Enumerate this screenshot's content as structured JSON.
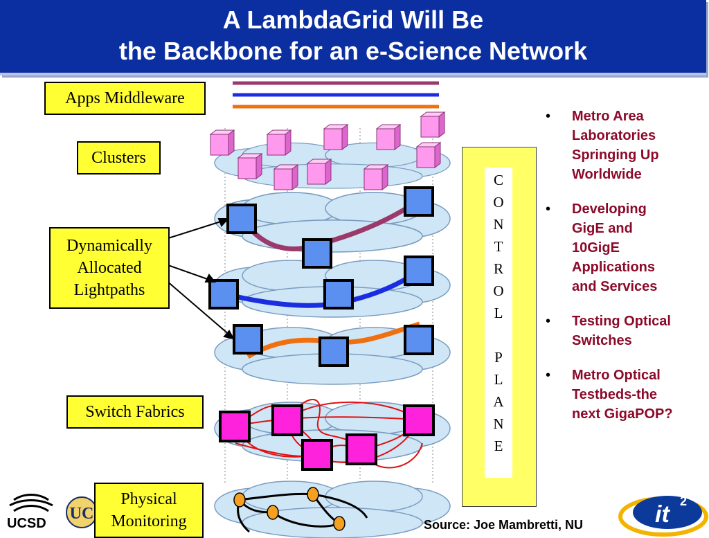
{
  "title": {
    "line1": "A LambdaGrid Will Be",
    "line2": "the Backbone for an e-Science Network"
  },
  "labels": {
    "apps": "Apps Middleware",
    "clusters": "Clusters",
    "lightpaths": [
      "Dynamically",
      "Allocated",
      "Lightpaths"
    ],
    "switch": "Switch Fabrics",
    "physical": [
      "Physical",
      "Monitoring"
    ]
  },
  "control_plane": [
    "C",
    "O",
    "N",
    "T",
    "R",
    "O",
    "L",
    "",
    "P",
    "L",
    "A",
    "N",
    "E"
  ],
  "bullets": [
    [
      "Metro Area",
      "Laboratories",
      "Springing Up",
      "Worldwide"
    ],
    [
      "Developing",
      "GigE and",
      "10GigE",
      "Applications",
      "and Services"
    ],
    [
      "Testing Optical",
      "Switches"
    ],
    [
      "Metro Optical",
      "Testbeds-the",
      "next GigaPOP?"
    ]
  ],
  "bullet_glyph": "•",
  "source": "Source: Joe Mambretti, NU",
  "logos": {
    "ucsd": "UCSD",
    "it2": "it",
    "it2_sup": "2"
  },
  "colors": {
    "banner": "#0b2fa0",
    "label_fill": "#ffff33",
    "bullet_text": "#8b0a2a",
    "cloud": "#cfe6f7",
    "cluster_cube": "#ff99ee",
    "node_square": "#5b8ff0",
    "switch_square": "#ff22dd",
    "path_purple": "#9b3a6a",
    "path_blue": "#1a2ee0",
    "path_orange": "#f07010",
    "switch_links": "#e01010",
    "monitor_node": "#f5a020"
  }
}
